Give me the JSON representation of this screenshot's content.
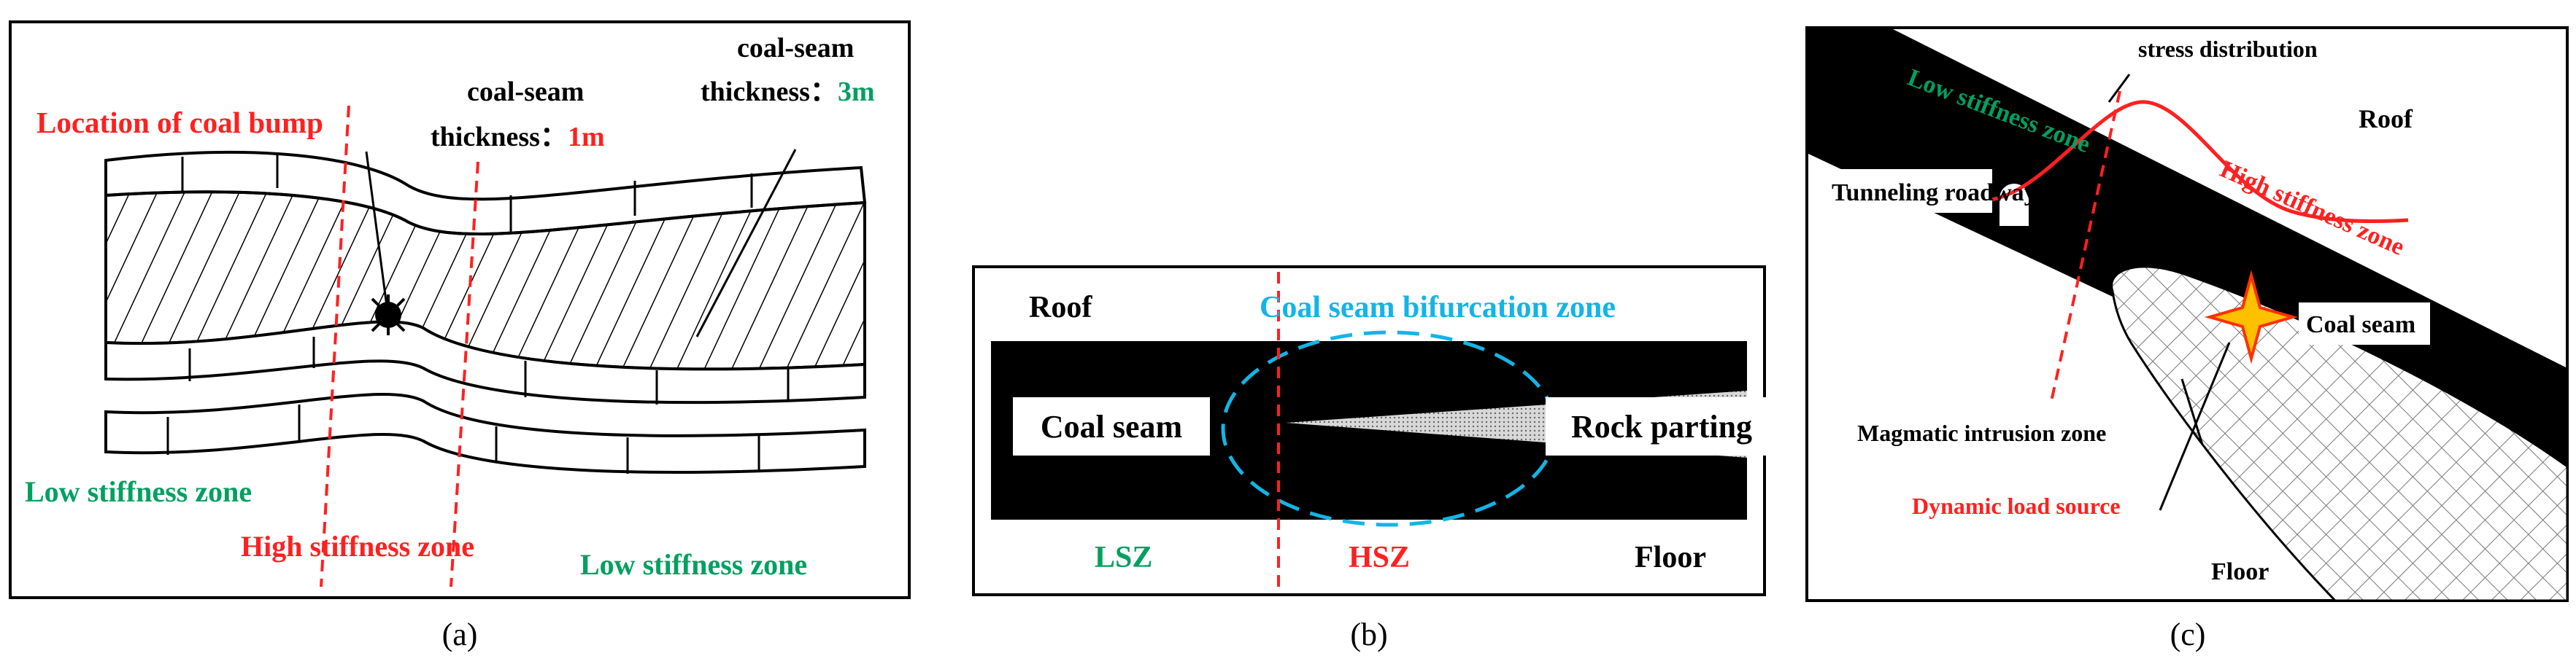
{
  "panel_a": {
    "caption": "(a)",
    "labels": {
      "coal_bump": "Location of coal bump",
      "thickness_1m_line1": "coal-seam",
      "thickness_1m_line2_prefix": "thickness：",
      "thickness_1m_value": "1m",
      "thickness_3m_line1": "coal-seam",
      "thickness_3m_line2_prefix": "thickness：",
      "thickness_3m_value": "3m",
      "low_stiffness_left": "Low stiffness zone",
      "high_stiffness": "High stiffness zone",
      "low_stiffness_right": "Low stiffness zone"
    }
  },
  "panel_b": {
    "caption": "(b)",
    "labels": {
      "roof": "Roof",
      "bifurcation": "Coal seam bifurcation zone",
      "coal_seam": "Coal seam",
      "rock_parting": "Rock parting",
      "lsz": "LSZ",
      "hsz": "HSZ",
      "floor": "Floor"
    }
  },
  "panel_c": {
    "caption": "(c)",
    "labels": {
      "stress_distribution": "stress distribution",
      "low_stiffness": "Low stiffness zone",
      "roof": "Roof",
      "tunneling_roadway": "Tunneling roadway",
      "high_stiffness": "High stiffness zone",
      "coal_seam": "Coal seam",
      "magmatic_intrusion": "Magmatic intrusion zone",
      "dynamic_load": "Dynamic load source",
      "floor": "Floor"
    }
  },
  "colors": {
    "red": "#ff2020",
    "green": "#00a060",
    "blue": "#14b4e6",
    "black": "#000000"
  }
}
